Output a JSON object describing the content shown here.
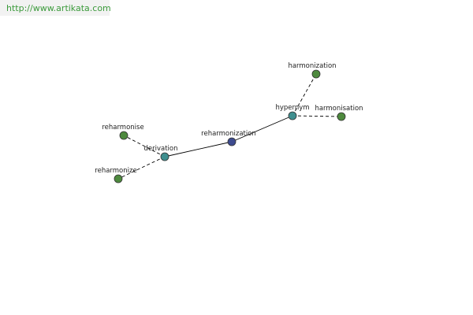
{
  "site": {
    "url": "http://www.artikata.com"
  },
  "graph": {
    "colors": {
      "center": "#3d4b8f",
      "relation": "#3f8f8f",
      "term": "#4e8a3e",
      "node_stroke": "#333333",
      "edge": "#000000"
    },
    "nodes": [
      {
        "id": "reharmonization",
        "label": "reharmonization",
        "kind": "center"
      },
      {
        "id": "hypernym",
        "label": "hypernym",
        "kind": "relation"
      },
      {
        "id": "derivation",
        "label": "derivation",
        "kind": "relation"
      },
      {
        "id": "harmonization",
        "label": "harmonization",
        "kind": "term"
      },
      {
        "id": "harmonisation",
        "label": "harmonisation",
        "kind": "term"
      },
      {
        "id": "reharmonise",
        "label": "reharmonise",
        "kind": "term"
      },
      {
        "id": "reharmonize",
        "label": "reharmonize",
        "kind": "term"
      }
    ],
    "edges": [
      {
        "from": "derivation",
        "to": "reharmonization",
        "style": "solid"
      },
      {
        "from": "reharmonization",
        "to": "hypernym",
        "style": "solid"
      },
      {
        "from": "hypernym",
        "to": "harmonization",
        "style": "dashed"
      },
      {
        "from": "hypernym",
        "to": "harmonisation",
        "style": "dashed"
      },
      {
        "from": "derivation",
        "to": "reharmonise",
        "style": "dashed"
      },
      {
        "from": "derivation",
        "to": "reharmonize",
        "style": "dashed"
      }
    ]
  }
}
